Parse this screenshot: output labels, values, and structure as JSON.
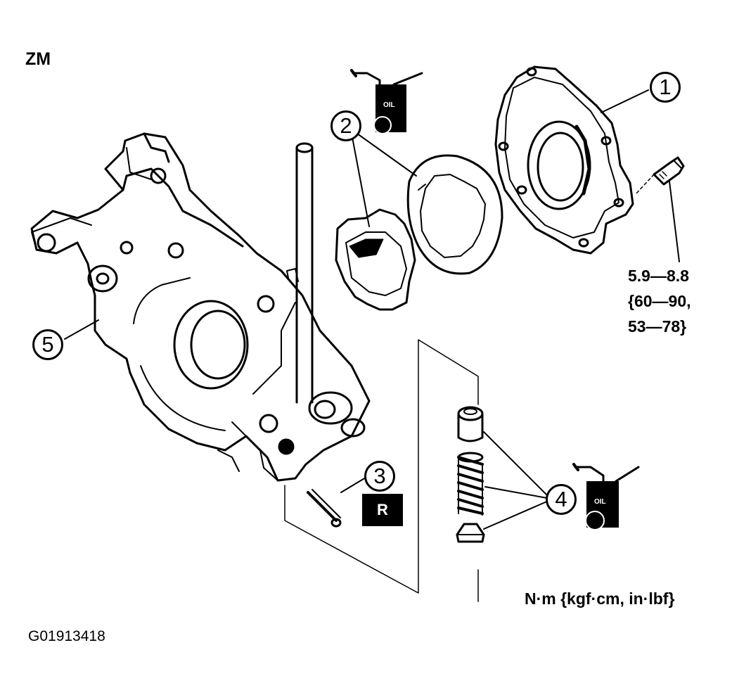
{
  "header": {
    "engine_code": "ZM"
  },
  "callouts": [
    "1",
    "2",
    "3",
    "4",
    "5"
  ],
  "torque_spec": {
    "line1": "5.9—8.8",
    "line2": "{60—90,",
    "line3": "53—78}"
  },
  "units_note": "N·m {kgf·cm, in·lbf}",
  "figure_id": "G01913418",
  "badges": {
    "replace": "R",
    "oil_1": "OIL",
    "oil_2": "OIL"
  },
  "icons": [
    "oil-can-icon",
    "oil-can-icon"
  ],
  "colors": {
    "ink": "#000000",
    "background": "#ffffff"
  }
}
